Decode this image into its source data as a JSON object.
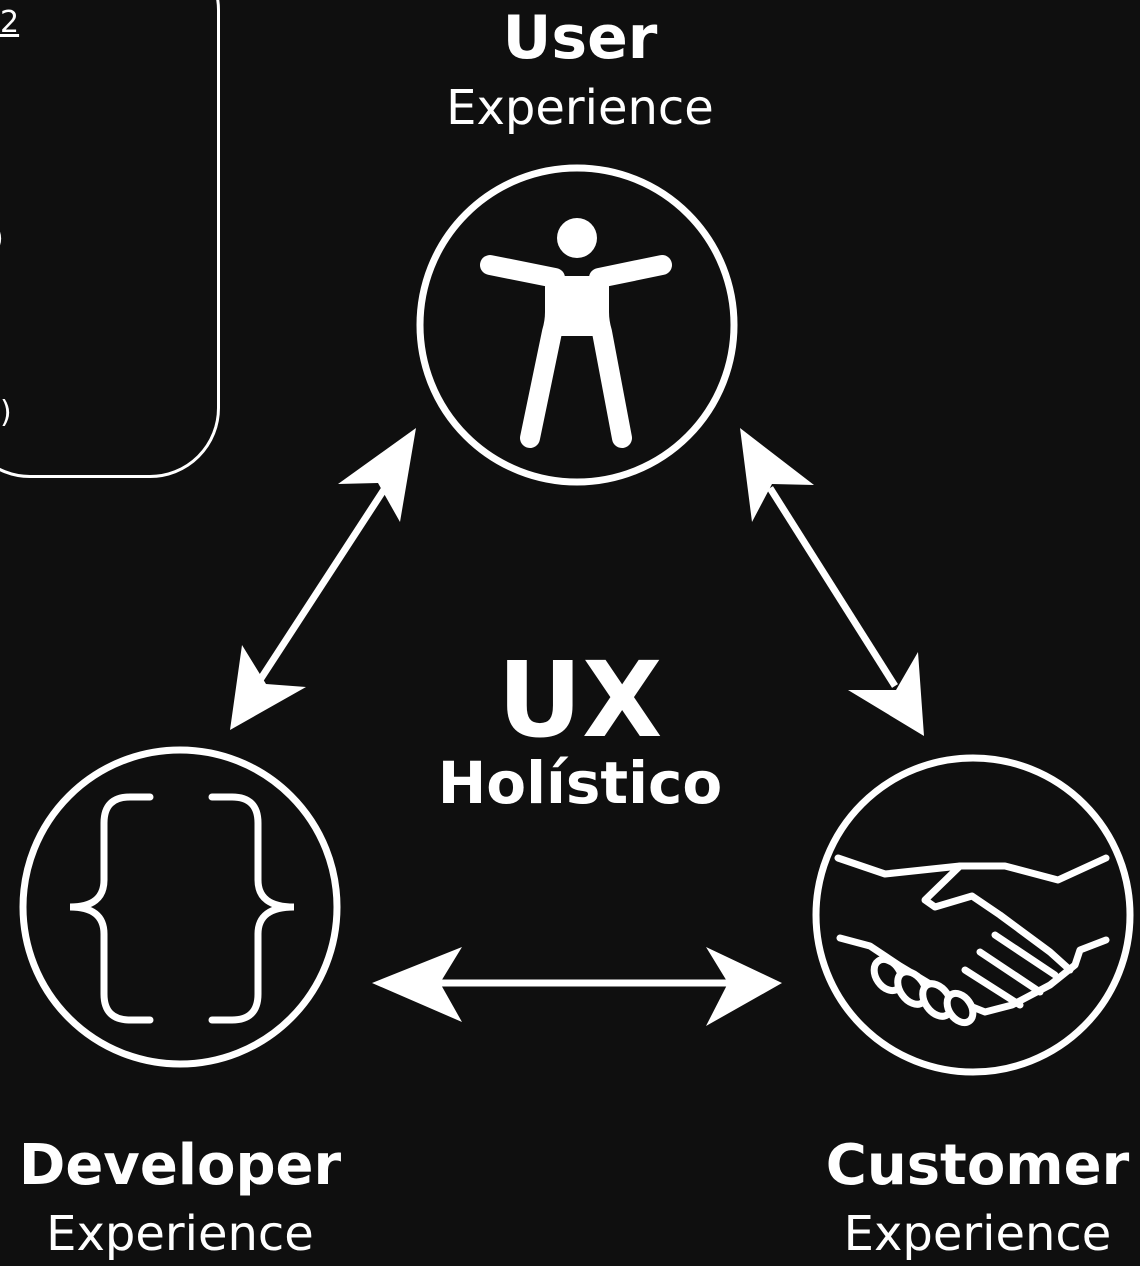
{
  "diagram": {
    "center": {
      "title": "UX",
      "subtitle": "Holístico"
    },
    "nodes": {
      "user": {
        "title": "User",
        "subtitle": "Experience",
        "icon": "accessibility-person-icon"
      },
      "developer": {
        "title": "Developer",
        "subtitle": "Experience",
        "icon": "curly-braces-icon"
      },
      "customer": {
        "title": "Customer",
        "subtitle": "Experience",
        "icon": "handshake-icon"
      }
    },
    "partial_box": {
      "fragments": [
        "2",
        ")",
        ")"
      ]
    },
    "colors": {
      "background": "#0f0f0f",
      "foreground": "#ffffff"
    }
  }
}
